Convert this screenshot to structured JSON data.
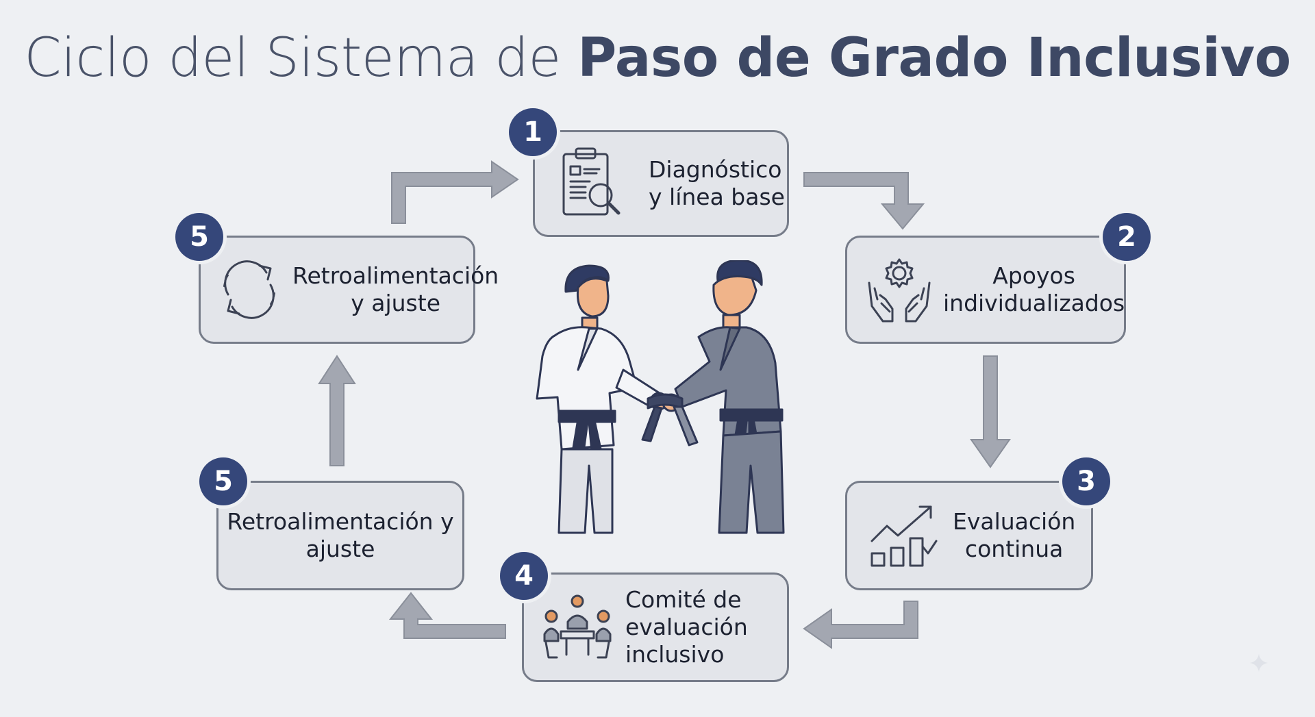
{
  "title": {
    "light": "Ciclo del Sistema de ",
    "bold": "Paso de Grado Inclusivo"
  },
  "steps": [
    {
      "number": "1",
      "line1": "Diagnóstico",
      "line2": "y línea base",
      "icon": "clipboard-search-icon"
    },
    {
      "number": "2",
      "line1": "Apoyos",
      "line2": "individualizados",
      "icon": "hands-gear-icon"
    },
    {
      "number": "3",
      "line1": "Evaluación",
      "line2": "continua",
      "icon": "growth-chart-icon"
    },
    {
      "number": "4",
      "line1": "Comité de",
      "line2": "evaluación",
      "line3": "inclusivo",
      "icon": "committee-meeting-icon"
    },
    {
      "number": "5",
      "line1": "Retroalimentación y",
      "line2": "ajuste"
    },
    {
      "number": "5",
      "line1": "Retroalimentación",
      "line2": "y ajuste",
      "icon": "refresh-cycle-icon"
    }
  ],
  "center_illustration": "belt-handover-judokas",
  "colors": {
    "badge": "#35477a",
    "box_border": "#767c89",
    "arrow": "#a3a7b1",
    "gi_dark": "#7a8294",
    "belt": "#2e3654"
  }
}
